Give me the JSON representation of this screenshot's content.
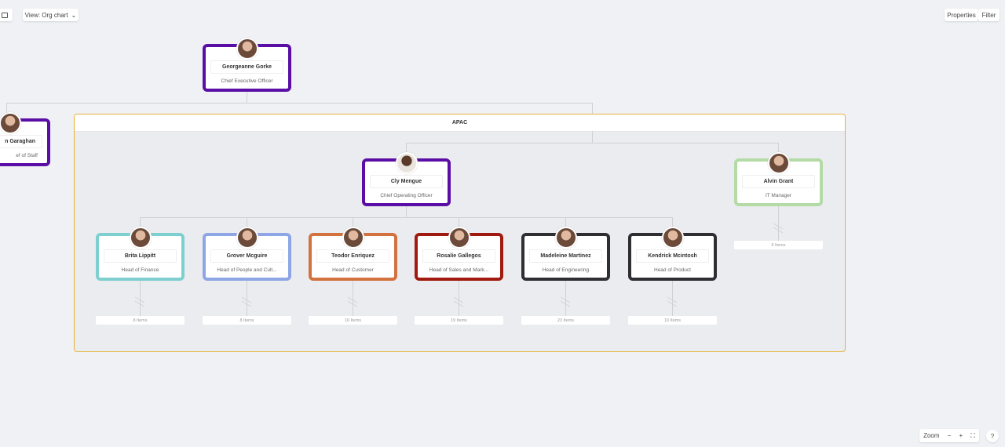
{
  "toolbar": {
    "view_label": "View: Org chart",
    "properties": "Properties",
    "filter": "Filter"
  },
  "zoom": {
    "label": "Zoom",
    "minus": "−",
    "plus": "+",
    "help": "?"
  },
  "group": {
    "title": "APAC",
    "color": "#e8b23a"
  },
  "people": {
    "ceo": {
      "name": "Georgeanne Gorke",
      "role": "Chief Executive Officer",
      "color": "#5b0ea6"
    },
    "staff": {
      "name": "n Garaghan",
      "role": "ef of Staff",
      "color": "#5b0ea6"
    },
    "coo": {
      "name": "Cly Mengue",
      "role": "Chief Operating Officer",
      "color": "#5b0ea6"
    },
    "it": {
      "name": "Alvin Grant",
      "role": "IT Manager",
      "color": "#b4dba6",
      "items": "6 Items"
    },
    "heads": [
      {
        "name": "Brita Lippitt",
        "role": "Head of Finance",
        "color": "#7ecfcf",
        "items": "8 Items"
      },
      {
        "name": "Grover Mcguire",
        "role": "Head of People and Cult...",
        "color": "#8ea6e6",
        "items": "8 Items"
      },
      {
        "name": "Teodor Enriquez",
        "role": "Head of Customer",
        "color": "#d2733f",
        "items": "16 Items"
      },
      {
        "name": "Rosalie Gallegos",
        "role": "Head of Sales and Mark...",
        "color": "#a11a0f",
        "items": "19 Items"
      },
      {
        "name": "Madeleine Martinez",
        "role": "Head of Engineering",
        "color": "#2e2e33",
        "items": "23 Items"
      },
      {
        "name": "Kendrick Mcintosh",
        "role": "Head of Product",
        "color": "#2e2e33",
        "items": "10 Items"
      }
    ]
  }
}
